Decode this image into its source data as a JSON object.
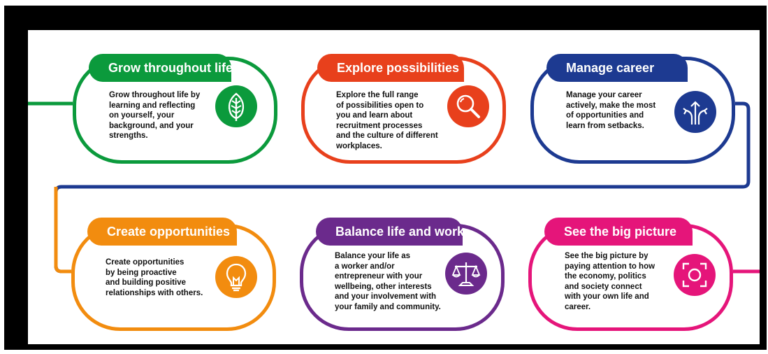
{
  "steps": [
    {
      "title": "Grow throughout life",
      "text": [
        "Grow throughout life by",
        "learning and reflecting",
        "on yourself, your",
        "background, and your",
        "strengths."
      ],
      "icon": "leaf-icon",
      "color": "#0b9a3c"
    },
    {
      "title": "Explore possibilities",
      "text": [
        "Explore the full range",
        "of possibilities open to",
        "you and learn about",
        "recruitment processes",
        "and the culture of different",
        "workplaces."
      ],
      "icon": "magnifier-icon",
      "color": "#e8401c"
    },
    {
      "title": "Manage career",
      "text": [
        "Manage your career",
        "actively, make the most",
        "of opportunities and",
        "learn from setbacks."
      ],
      "icon": "split-arrows-icon",
      "color": "#1d3a91"
    },
    {
      "title": "Create opportunities",
      "text": [
        "Create opportunities",
        "by being proactive",
        "and building positive",
        "relationships with others."
      ],
      "icon": "lightbulb-icon",
      "color": "#f28c0f"
    },
    {
      "title": "Balance life and work",
      "text": [
        "Balance your life as",
        "a worker and/or",
        "entrepreneur with your",
        "wellbeing, other interests",
        "and your involvement with",
        "your family and community."
      ],
      "icon": "scales-icon",
      "color": "#6b2a8c"
    },
    {
      "title": "See the big picture",
      "text": [
        "See the big picture by",
        "paying attention to how",
        "the economy, politics",
        "and society connect",
        "with your own life and",
        "career."
      ],
      "icon": "focus-frame-icon",
      "color": "#e5157a"
    }
  ]
}
